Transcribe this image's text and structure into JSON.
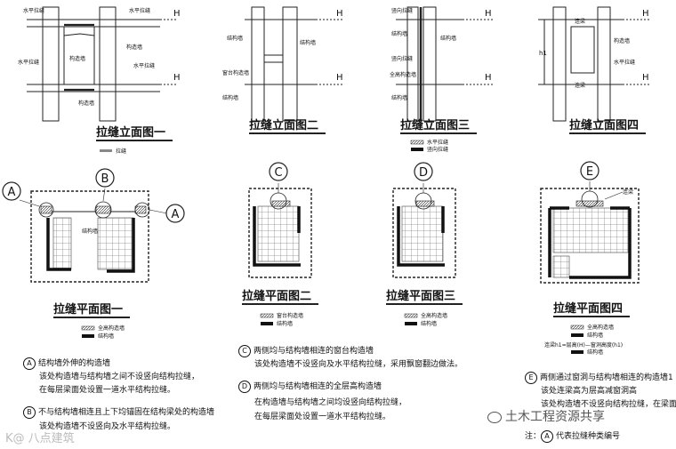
{
  "labels": {
    "H": "H",
    "h1": "h1",
    "horizontal_tie": "水平拉缝",
    "construct_wall": "构造墙",
    "structure_wall": "结构墙",
    "sill_wall": "窗台构造墙",
    "vertical_tie": "竖向拉缝",
    "full_wall": "全高构造墙",
    "lintel": "连梁",
    "tie": "拉缝"
  },
  "elevation_titles": [
    "拉缝立面图一",
    "拉缝立面图二",
    "拉缝立面图三",
    "拉缝立面图四"
  ],
  "plan_titles": [
    "拉缝平面图一",
    "拉缝平面图二",
    "拉缝平面图三",
    "拉缝平面图四"
  ],
  "circles": {
    "A": "A",
    "B": "B",
    "C": "C",
    "D": "D",
    "E": "E"
  },
  "legend": {
    "e1": "拉缝",
    "e3_h": "水平拉缝",
    "e3_v": "竖向拉缝",
    "p_full": "全高构造墙",
    "p_struct": "结构墙",
    "p2_sill": "窗台构造墙",
    "formula": "连梁h1=层高(H)—窗洞高度(h1)"
  },
  "notes": {
    "A1": "结构墙外伸的构造墙",
    "A2": "该处构造墙与结构墙之间不设竖向结构拉缝，",
    "A3": "在每层梁面处设置一道水平结构拉缝。",
    "B1": "不与结构墙相连且上下均锚固在结构梁处的构造墙",
    "B2": "该处构造墙不设竖向及水平结构拉缝。",
    "C1": "两侧均与结构墙相连的窗台构造墙",
    "C2": "该处构造墙不设竖向及水平结构拉缝，采用飘窗翻边做法。",
    "D1": "两侧均与结构墙相连的全层高构造墙",
    "D2": "在构造墙与结构墙之间均设竖向结构拉缝，",
    "D3": "在每层梁面处设置一道水平结构拉缝。",
    "E1": "两侧通过窗洞与结构墙相连的构造墙1",
    "E2": "该处连梁高为层高减窗洞高",
    "E3": "该处构造墙不设竖向结构拉缝，在梁面",
    "note": "注：",
    "note2": "代表拉缝种类编号"
  },
  "watermarks": {
    "brand": "土木工程资源共享",
    "left": "K@ 八点建筑"
  }
}
